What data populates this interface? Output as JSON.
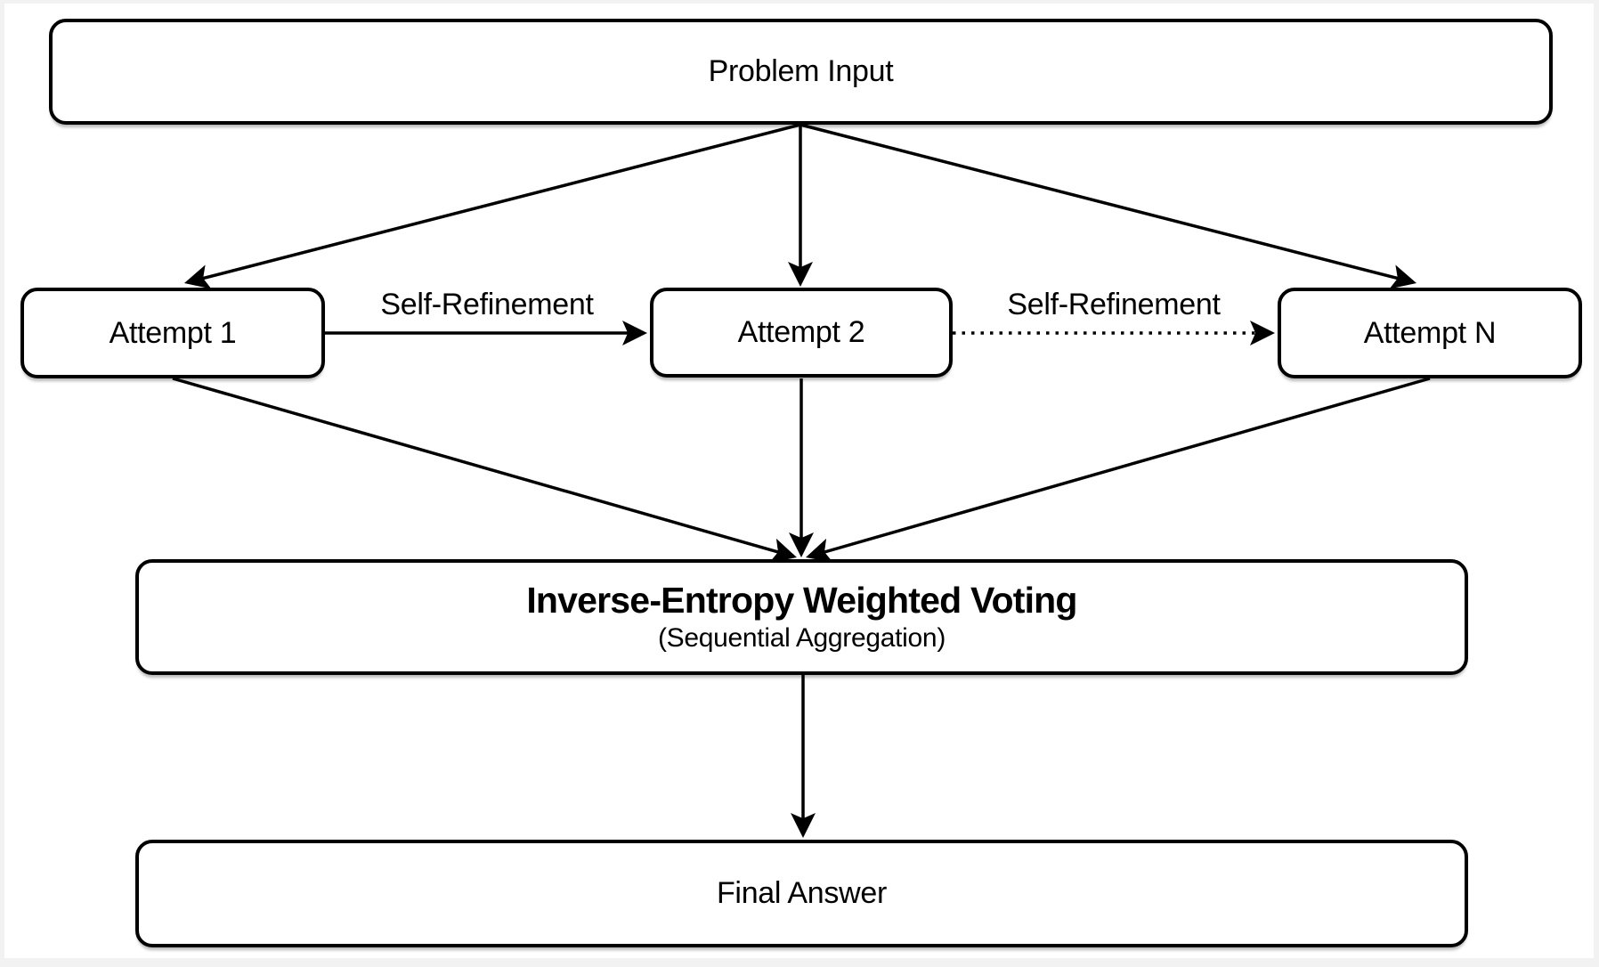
{
  "colors": {
    "stroke": "#000000",
    "node_fill": "#ffffff",
    "background": "#ffffff",
    "frame": "#f2f2f2"
  },
  "nodes": {
    "problem_input": {
      "label": "Problem Input"
    },
    "attempt_1": {
      "label": "Attempt 1"
    },
    "attempt_2": {
      "label": "Attempt 2"
    },
    "attempt_n": {
      "label": "Attempt N"
    },
    "voting": {
      "title": "Inverse-Entropy Weighted Voting",
      "subtitle": "(Sequential Aggregation)"
    },
    "final_answer": {
      "label": "Final Answer"
    }
  },
  "edge_labels": {
    "left_self_refinement": {
      "label": "Self-Refinement",
      "style": "solid"
    },
    "right_self_refinement": {
      "label": "Self-Refinement",
      "style": "dotted"
    }
  }
}
